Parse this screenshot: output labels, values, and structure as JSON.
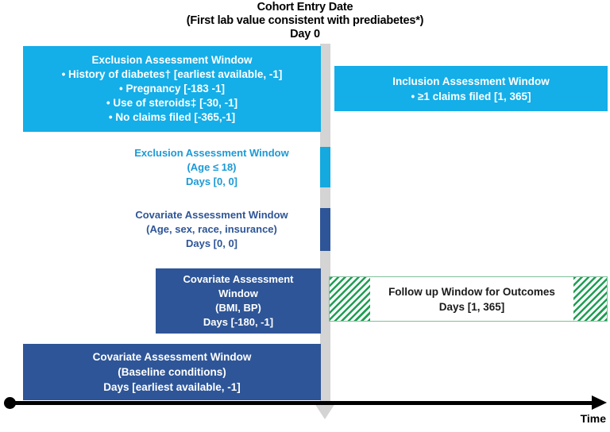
{
  "header": {
    "line1": "Cohort Entry Date",
    "line2": "(First lab value consistent with prediabetes*)",
    "line3": "Day 0"
  },
  "axis": {
    "label": "Time"
  },
  "windows": {
    "exclusion_pre": {
      "title": "Exclusion Assessment Window",
      "items": [
        "• History of diabetes† [earliest available, -1]",
        "• Pregnancy [-183 -1]",
        "• Use of steroids‡ [-30, -1]",
        "• No claims filed [-365,-1]"
      ]
    },
    "inclusion_post": {
      "title": "Inclusion Assessment Window",
      "items": [
        "•     ≥1 claims filed [1, 365]"
      ]
    },
    "exclusion_age": {
      "title": "Exclusion Assessment Window",
      "subtitle": "(Age ≤ 18)",
      "days": "Days [0, 0]"
    },
    "covariate_demo": {
      "title": "Covariate Assessment Window",
      "subtitle": "(Age, sex, race, insurance)",
      "days": "Days [0, 0]"
    },
    "covariate_bmi": {
      "title_line1": "Covariate Assessment",
      "title_line2": "Window",
      "subtitle": "(BMI, BP)",
      "days": "Days [-180, -1]"
    },
    "followup": {
      "title": "Follow up Window for Outcomes",
      "days": "Days [1, 365]"
    },
    "covariate_baseline": {
      "title": "Covariate Assessment Window",
      "subtitle": "(Baseline conditions)",
      "days": "Days [earliest available, -1]"
    }
  },
  "colors": {
    "cyan": "#14AEE8",
    "navy": "#2E5597",
    "spine_gray": "#d4d4d4",
    "spine_cyan": "#14A9DF",
    "hatch_green": "#1F9E54",
    "text_cyan": "#1C9AD6",
    "axis_black": "#000000"
  }
}
